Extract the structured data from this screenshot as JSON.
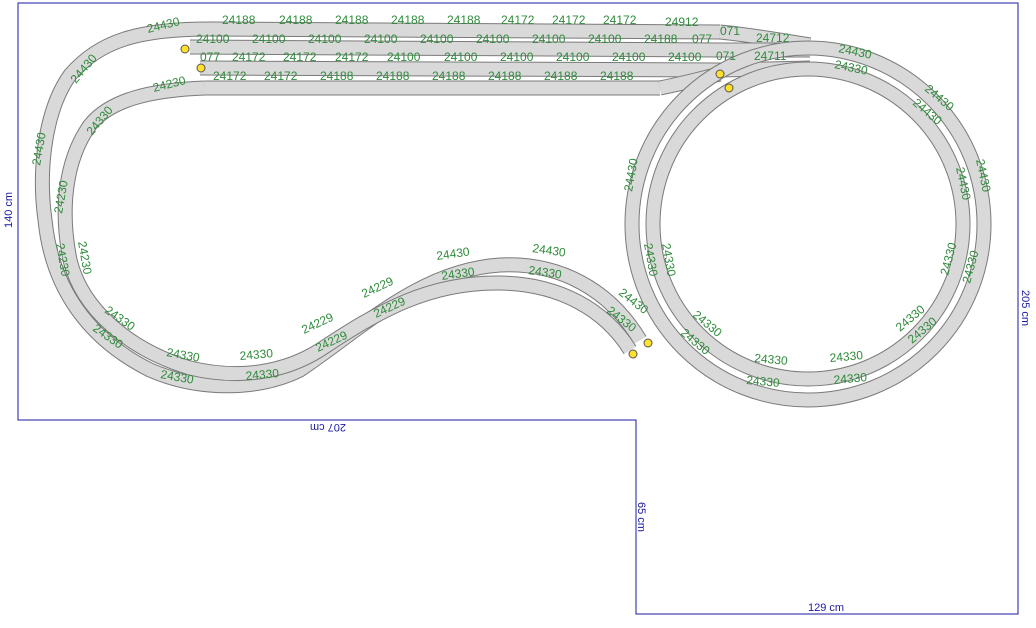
{
  "dimensions": {
    "height_left": "140 cm",
    "width_bottom": "207 cm",
    "height_step": "65 cm",
    "width_step": "129 cm",
    "height_right": "205 cm"
  },
  "labels": {
    "top_yard_row1": [
      "24188",
      "24188",
      "24188",
      "24188",
      "24188",
      "24172",
      "24172",
      "24172"
    ],
    "top_yard_row2": [
      "24100",
      "24100",
      "24100",
      "24100",
      "24100",
      "24100",
      "24100",
      "24100",
      "24188",
      "077"
    ],
    "top_yard_row3": [
      "077",
      "24172",
      "24172",
      "24172",
      "24100",
      "24100",
      "24100",
      "24100",
      "24100",
      "24100"
    ],
    "top_yard_row4": [
      "24172",
      "24172",
      "24188",
      "24188",
      "24188",
      "24188",
      "24188",
      "24188"
    ],
    "turnouts": [
      "24912",
      "071",
      "24712",
      "071",
      "24711"
    ],
    "left_outer": [
      "24430",
      "24430",
      "24430"
    ],
    "left_inner": [
      "24230",
      "24330",
      "24230",
      "24230"
    ],
    "left_mid": [
      "24230"
    ],
    "bottom_left": [
      "24330",
      "24330",
      "24330",
      "24330",
      "24330",
      "24330"
    ],
    "s_curve": [
      "24229",
      "24229",
      "24229",
      "24229",
      "24430",
      "24430",
      "24330",
      "24330",
      "24430",
      "24330"
    ],
    "right_loop_outer": [
      "24430",
      "24430",
      "24430",
      "24330",
      "24330",
      "24330",
      "24330",
      "24330",
      "24430"
    ],
    "right_loop_inner": [
      "24330",
      "24430",
      "24430",
      "24330",
      "24330",
      "24330",
      "24330",
      "24330",
      "24330",
      "24330"
    ]
  }
}
